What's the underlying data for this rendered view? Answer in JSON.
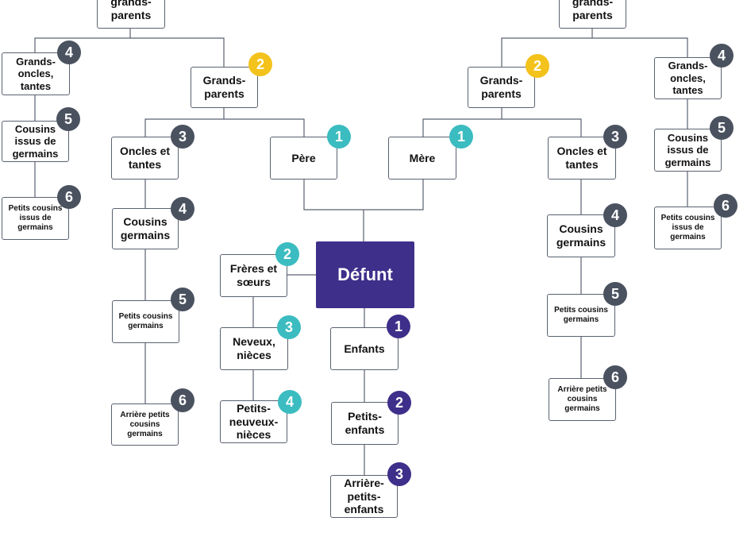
{
  "colors": {
    "line": "#5a6270",
    "grey_badge": "#4a5260",
    "yellow_badge": "#f3c21b",
    "teal_badge": "#3bbcc0",
    "purple": "#3e2f8a"
  },
  "nodes": {
    "top_left": {
      "label": "grands-\nparents"
    },
    "top_right": {
      "label": "grands-\nparents"
    },
    "left_grands_oncles": {
      "label": "Grands-\noncles,\ntantes",
      "degree": "4"
    },
    "left_cousins_issus": {
      "label": "Cousins\nissus de\ngermains",
      "degree": "5"
    },
    "left_petits_cousins_issus": {
      "label": "Petits cousins\nissus de\ngermains",
      "degree": "6"
    },
    "left_grands_parents": {
      "label": "Grands-\nparents",
      "degree": "2"
    },
    "left_oncles": {
      "label": "Oncles et\ntantes",
      "degree": "3"
    },
    "left_cousins_germains": {
      "label": "Cousins\ngermains",
      "degree": "4"
    },
    "left_petits_cousins": {
      "label": "Petits cousins\ngermains",
      "degree": "5"
    },
    "left_arriere_petits_cousins": {
      "label": "Arrière petits\ncousins\ngermains",
      "degree": "6"
    },
    "pere": {
      "label": "Père",
      "degree": "1"
    },
    "mere": {
      "label": "Mère",
      "degree": "1"
    },
    "right_grands_parents": {
      "label": "Grands-\nparents",
      "degree": "2"
    },
    "right_oncles": {
      "label": "Oncles et\ntantes",
      "degree": "3"
    },
    "right_cousins_germains": {
      "label": "Cousins\ngermains",
      "degree": "4"
    },
    "right_petits_cousins": {
      "label": "Petits cousins\ngermains",
      "degree": "5"
    },
    "right_arriere_petits_cousins": {
      "label": "Arrière petits\ncousins\ngermains",
      "degree": "6"
    },
    "right_grands_oncles": {
      "label": "Grands-\noncles,\ntantes",
      "degree": "4"
    },
    "right_cousins_issus": {
      "label": "Cousins\nissus de\ngermains",
      "degree": "5"
    },
    "right_petits_cousins_issus": {
      "label": "Petits cousins\nissus de\ngermains",
      "degree": "6"
    },
    "defunt": {
      "label": "Défunt"
    },
    "freres": {
      "label": "Frères et\nsœurs",
      "degree": "2"
    },
    "neveux": {
      "label": "Neveux,\nnièces",
      "degree": "3"
    },
    "petits_neveux": {
      "label": "Petits-\nneuveux-\nnièces",
      "degree": "4"
    },
    "enfants": {
      "label": "Enfants",
      "degree": "1"
    },
    "petits_enfants": {
      "label": "Petits-\nenfants",
      "degree": "2"
    },
    "arriere_petits_enfants": {
      "label": "Arrière-\npetits-\nenfants",
      "degree": "3"
    }
  }
}
